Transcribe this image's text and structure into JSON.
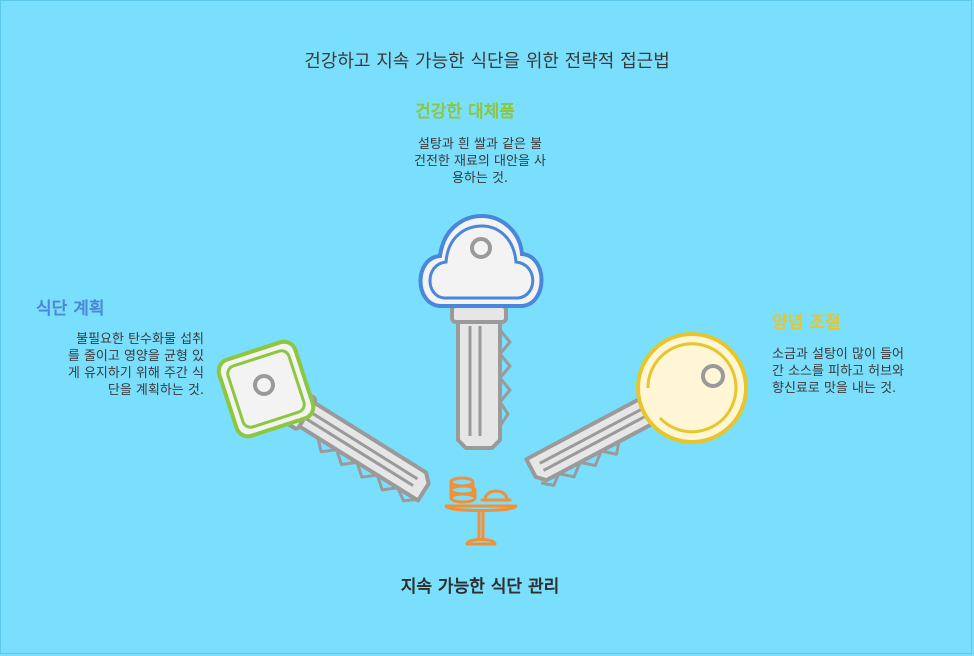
{
  "title": "건강하고 지속 가능한 식단을 위한 전략적 접근법",
  "center": {
    "label": "지속 가능한 식단 관리"
  },
  "items": [
    {
      "heading": "건강한 대체품",
      "color": "#8DC63F",
      "desc_lines": [
        "설탕과 흰 쌀과 같은 불",
        "건전한 재료의 대안을 사",
        "용하는 것."
      ]
    },
    {
      "heading": "식단 계획",
      "color": "#4A86D9",
      "desc_lines": [
        "불필요한 탄수화물 섭취",
        "를 줄이고 영양을 균형 있",
        "게 유지하기 위해 주간 식",
        "단을 계획하는 것."
      ]
    },
    {
      "heading": "양념 조절",
      "color": "#E6C62B",
      "desc_lines": [
        "소금과 설탕이 많이 들어",
        "간 소스를 피하고 허브와",
        "향신료로 맛을 내는 것."
      ]
    }
  ],
  "icons": {
    "top_key": "cloud-key-icon",
    "left_key": "square-key-icon",
    "right_key": "round-key-icon",
    "center": "cake-stand-icon"
  }
}
